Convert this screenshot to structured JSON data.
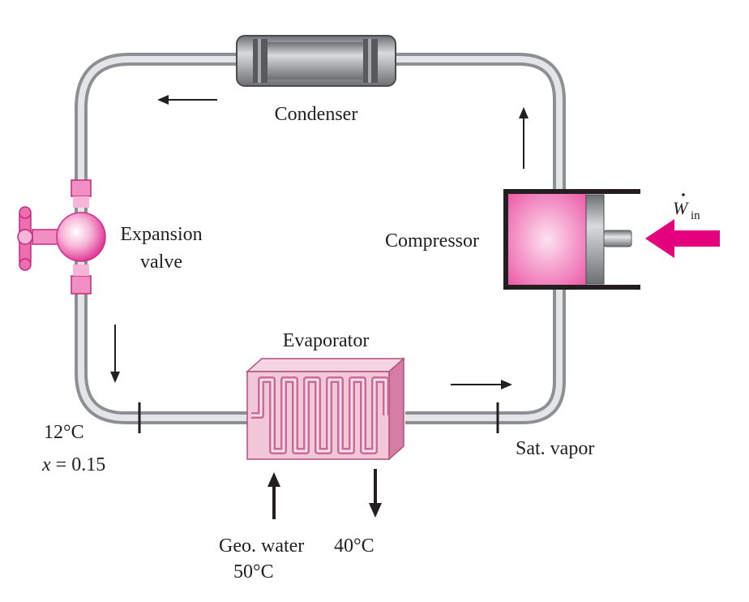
{
  "labels": {
    "condenser": "Condenser",
    "expansion_valve_line1": "Expansion",
    "expansion_valve_line2": "valve",
    "compressor": "Compressor",
    "evaporator": "Evaporator",
    "work_symbol": "W",
    "work_subscript": "in",
    "state_temp": "12°C",
    "quality_var": "x",
    "quality_value": " = 0.15",
    "sat_vapor": "Sat. vapor",
    "geo_water": "Geo. water",
    "geo_in_temp": "50°C",
    "geo_out_temp": "40°C"
  },
  "colors": {
    "pipe_outer": "#8d8f93",
    "pipe_inner": "#dcdde0",
    "pink": "#e5007d",
    "pink_light": "#f5a3cf",
    "evaporator_face": "#f2c7d8",
    "evaporator_side": "#d57ea3",
    "condenser_body": "#a7a9ac",
    "dark": "#231f20"
  }
}
